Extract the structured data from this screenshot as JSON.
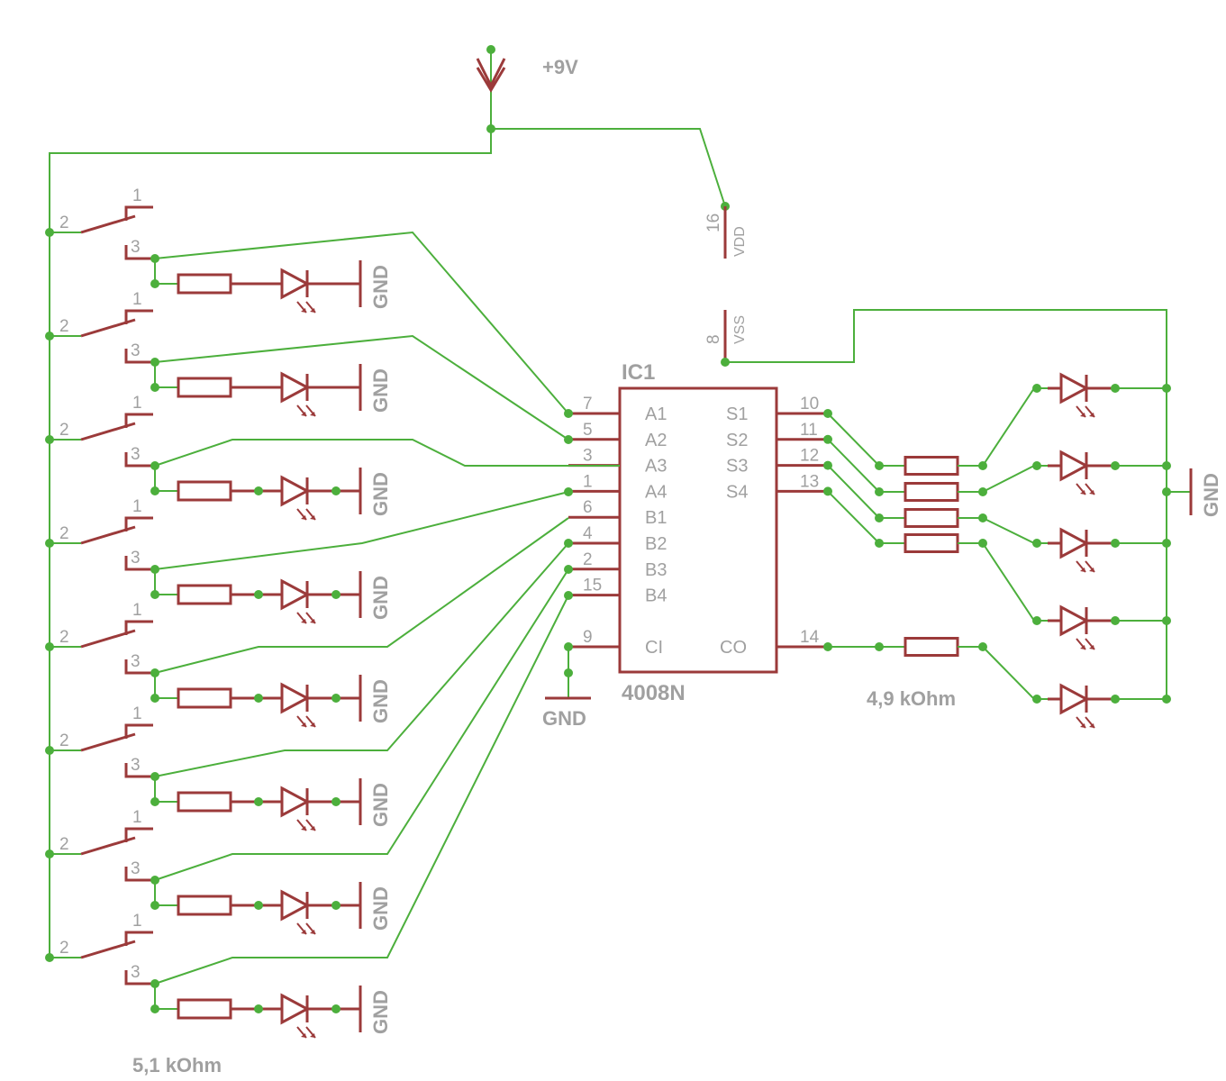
{
  "supply_label": "+9V",
  "ic": {
    "ref": "IC1",
    "part": "4008N",
    "vdd_label": "VDD",
    "vdd_pin": "16",
    "vss_label": "VSS",
    "vss_pin": "8",
    "left_pins": [
      {
        "pin": "7",
        "name": "A1"
      },
      {
        "pin": "5",
        "name": "A2"
      },
      {
        "pin": "3",
        "name": "A3"
      },
      {
        "pin": "1",
        "name": "A4"
      },
      {
        "pin": "6",
        "name": "B1"
      },
      {
        "pin": "4",
        "name": "B2"
      },
      {
        "pin": "2",
        "name": "B3"
      },
      {
        "pin": "15",
        "name": "B4"
      }
    ],
    "right_pins": [
      {
        "pin": "10",
        "name": "S1"
      },
      {
        "pin": "11",
        "name": "S2"
      },
      {
        "pin": "12",
        "name": "S3"
      },
      {
        "pin": "13",
        "name": "S4"
      }
    ],
    "ci": {
      "pin": "9",
      "name": "CI"
    },
    "co": {
      "pin": "14",
      "name": "CO"
    }
  },
  "switch_pin_labels": [
    "1",
    "2",
    "3"
  ],
  "gnd_label": "GND",
  "input_resistor_value": "5,1 kOhm",
  "output_resistor_value": "4,9 kOhm",
  "colors": {
    "wire": "#4caf3c",
    "symbol": "#9b3a3a",
    "text": "#a0a0a0"
  }
}
